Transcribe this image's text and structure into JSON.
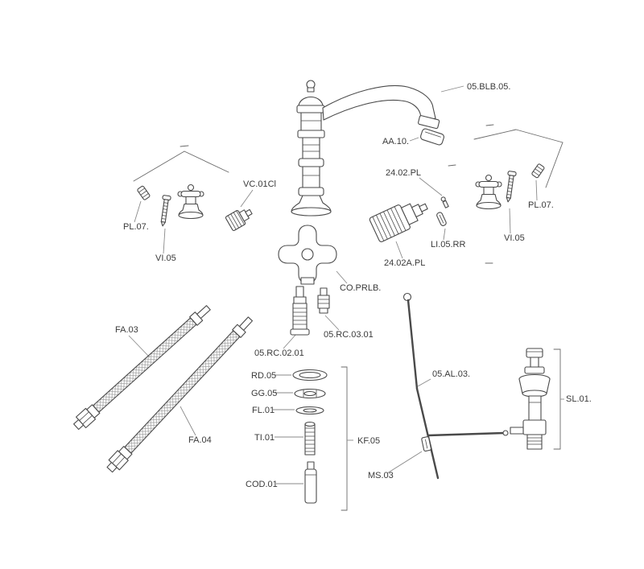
{
  "colors": {
    "background": "#ffffff",
    "line": "#4a4a4a",
    "label": "#3a3a3a"
  },
  "diagram": {
    "labels": {
      "spout": "05.BLB.05.",
      "aerator": "AA.10.",
      "cartridge_group": "24.02.PL",
      "cartridge": "24.02A.PL",
      "seal_disc": "LI.05.RR",
      "left_valve": "VC.01Cl",
      "left_index": "PL.07.",
      "left_screw": "VI.05",
      "cross_handle": "CO.PRLB.",
      "adapter_a": "05.RC.02.01",
      "adapter_b": "05.RC.03.01",
      "right_screw": "VI.05",
      "right_index": "PL.07.",
      "hose_a": "FA.03",
      "hose_b": "FA.04",
      "oring": "RD.05",
      "wave_washer": "GG.05",
      "flat_washer": "FL.01",
      "threaded_rod": "TI.01",
      "rod": "COD.01",
      "rod_group": "KF.05",
      "lift_rod": "05.AL.03.",
      "clip": "MS.03",
      "drain_group": "SL.01."
    }
  }
}
